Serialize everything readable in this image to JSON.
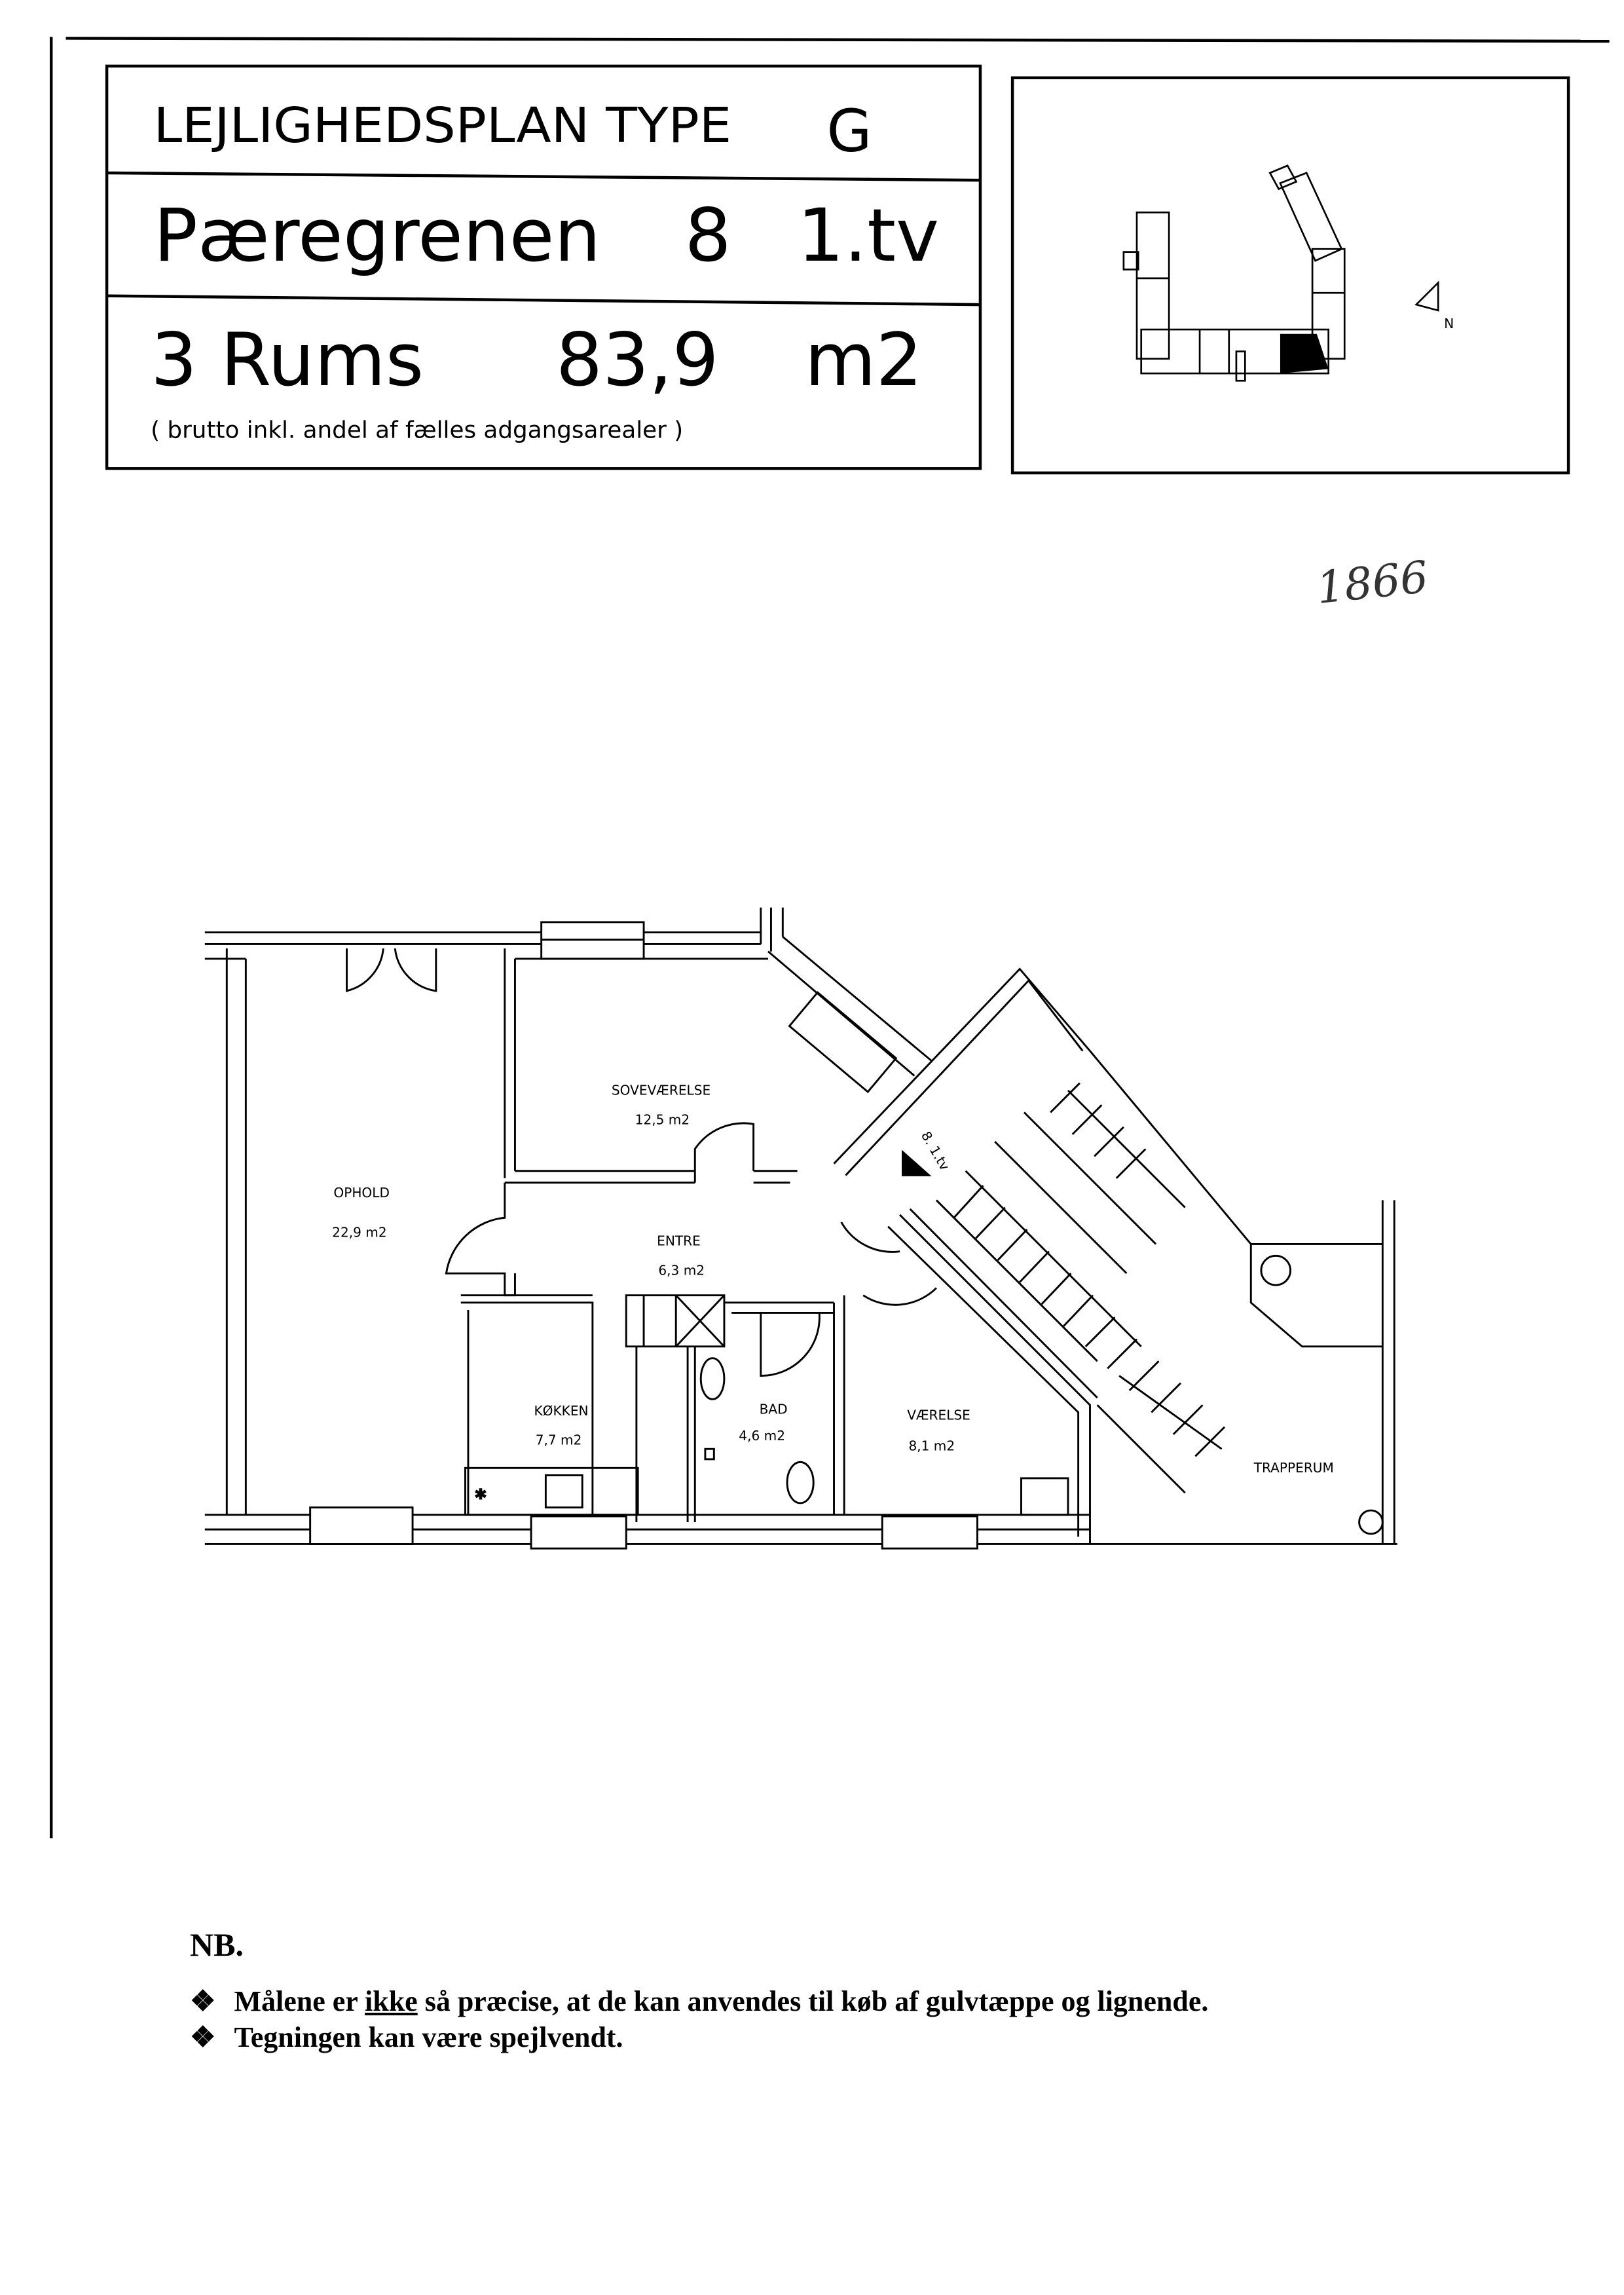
{
  "header": {
    "title_label": "LEJLIGHEDSPLAN TYPE",
    "type": "G",
    "address": "Pæregrenen",
    "number": "8",
    "floor": "1.tv",
    "rooms": "3 Rums",
    "area": "83,9",
    "area_unit": "m2",
    "note": "( brutto inkl. andel af fælles adgangsarealer )"
  },
  "site_map": {
    "north_label": "N",
    "highlight_color": "#000000"
  },
  "handwritten_number": "1866",
  "plan": {
    "rooms": [
      {
        "name": "SOVEVÆRELSE",
        "area": "12,5 m2"
      },
      {
        "name": "OPHOLD",
        "area": "22,9 m2"
      },
      {
        "name": "ENTRE",
        "area": "6,3 m2"
      },
      {
        "name": "KØKKEN",
        "area": "7,7 m2"
      },
      {
        "name": "BAD",
        "area": "4,6 m2"
      },
      {
        "name": "VÆRELSE",
        "area": "8,1 m2"
      },
      {
        "name": "TRAPPERUM"
      }
    ],
    "entrance_label": "8. 1.tv"
  },
  "notes": {
    "heading": "NB.",
    "bullet": "❖",
    "item1_pre": "Målene er",
    "item1_emph": "ikke",
    "item1_post": "så præcise, at de kan anvendes til køb af gulvtæppe og lignende.",
    "item2": "Tegningen kan være spejlvendt."
  }
}
